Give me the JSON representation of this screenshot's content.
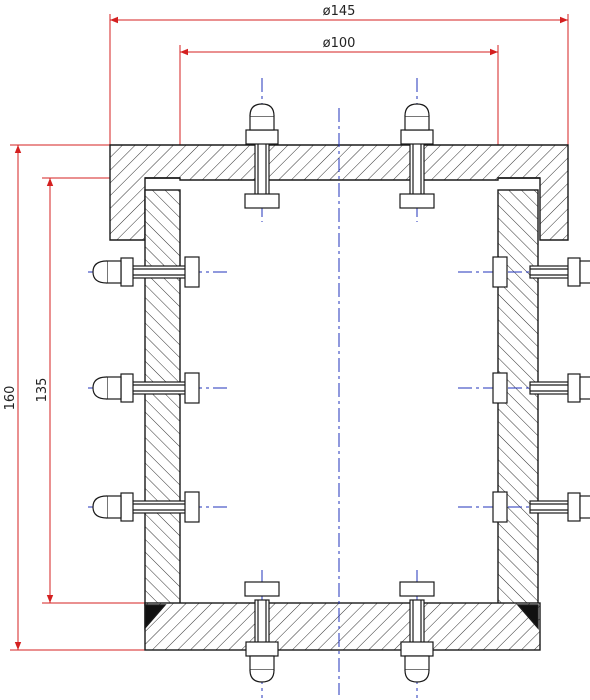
{
  "drawing": {
    "dimensions": {
      "outer_diameter": "ø145",
      "inner_diameter": "ø100",
      "total_height": "160",
      "inner_height": "135"
    },
    "colors": {
      "outline": "#1a1a1a",
      "hatch": "#333333",
      "dimension": "#d42020",
      "centerline": "#2233bb",
      "background": "#ffffff"
    },
    "components": {
      "top_bolts": 2,
      "bottom_bolts": 2,
      "left_wall_bolts": 3,
      "right_wall_bolts": 3
    }
  }
}
